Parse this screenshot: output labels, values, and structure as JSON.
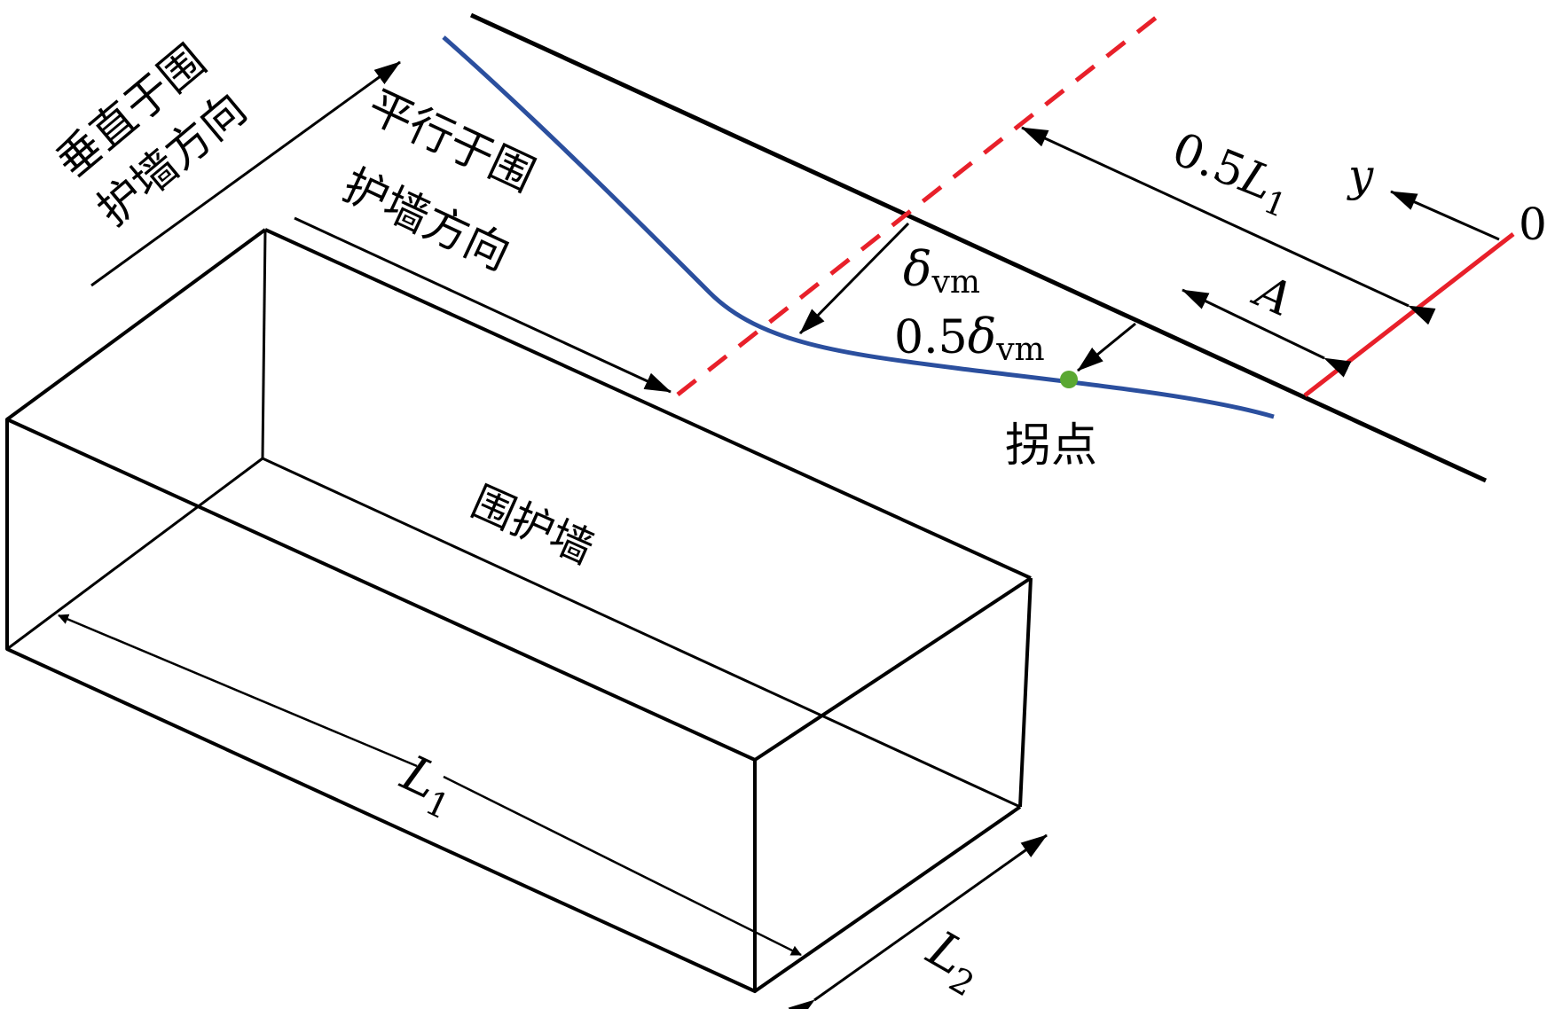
{
  "labels": {
    "perp_dir_line1": "垂直于围",
    "perp_dir_line2": "护墙方向",
    "para_dir_line1": "平行于围",
    "para_dir_line2": "护墙方向",
    "wall": "围护墙",
    "inflection": "拐点",
    "half_L1": "0.5",
    "L_symbol": "L",
    "sub_1": "1",
    "sub_2": "2",
    "y_axis": "y",
    "origin": "0",
    "A": "A",
    "delta": "δ",
    "vm": "vm",
    "half_coef": "0.5"
  },
  "colors": {
    "line": "#000000",
    "curve": "#2b4f9e",
    "dashed": "#e8202a",
    "red_segment": "#e8202a",
    "inflection_point": "#5aa832"
  }
}
